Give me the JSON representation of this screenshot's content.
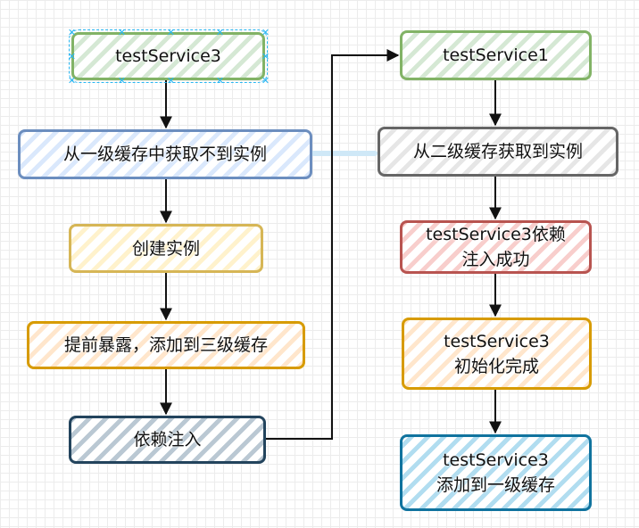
{
  "nodes": {
    "n1": {
      "text": "testService3"
    },
    "n2": {
      "text": "从一级缓存中获取不到实例"
    },
    "n3": {
      "text": "创建实例"
    },
    "n4": {
      "text": "提前暴露，添加到三级缓存"
    },
    "n5": {
      "text": "依赖注入"
    },
    "n6": {
      "text": "testService1"
    },
    "n7": {
      "text": "从二级缓存获取到实例"
    },
    "n8": {
      "text": "testService3依赖\n注入成功"
    },
    "n9": {
      "text": "testService3\n初始化完成"
    },
    "n10": {
      "text": "testService3\n添加到一级缓存"
    }
  },
  "colors": {
    "arrow": "#111111",
    "guide": "#cfe8f7",
    "selection": "#29b6f2"
  }
}
